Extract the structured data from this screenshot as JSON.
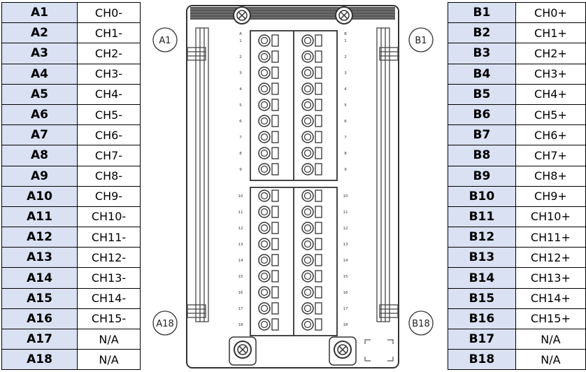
{
  "pins_a": [
    {
      "pin": "A1",
      "signal": "CH0-"
    },
    {
      "pin": "A2",
      "signal": "CH1-"
    },
    {
      "pin": "A3",
      "signal": "CH2-"
    },
    {
      "pin": "A4",
      "signal": "CH3-"
    },
    {
      "pin": "A5",
      "signal": "CH4-"
    },
    {
      "pin": "A6",
      "signal": "CH5-"
    },
    {
      "pin": "A7",
      "signal": "CH6-"
    },
    {
      "pin": "A8",
      "signal": "CH7-"
    },
    {
      "pin": "A9",
      "signal": "CH8-"
    },
    {
      "pin": "A10",
      "signal": "CH9-"
    },
    {
      "pin": "A11",
      "signal": "CH10-"
    },
    {
      "pin": "A12",
      "signal": "CH11-"
    },
    {
      "pin": "A13",
      "signal": "CH12-"
    },
    {
      "pin": "A14",
      "signal": "CH13-"
    },
    {
      "pin": "A15",
      "signal": "CH14-"
    },
    {
      "pin": "A16",
      "signal": "CH15-"
    },
    {
      "pin": "A17",
      "signal": "N/A"
    },
    {
      "pin": "A18",
      "signal": "N/A"
    }
  ],
  "pins_b": [
    {
      "pin": "B1",
      "signal": "CH0+"
    },
    {
      "pin": "B2",
      "signal": "CH1+"
    },
    {
      "pin": "B3",
      "signal": "CH2+"
    },
    {
      "pin": "B4",
      "signal": "CH3+"
    },
    {
      "pin": "B5",
      "signal": "CH4+"
    },
    {
      "pin": "B6",
      "signal": "CH5+"
    },
    {
      "pin": "B7",
      "signal": "CH6+"
    },
    {
      "pin": "B8",
      "signal": "CH7+"
    },
    {
      "pin": "B9",
      "signal": "CH8+"
    },
    {
      "pin": "B10",
      "signal": "CH9+"
    },
    {
      "pin": "B11",
      "signal": "CH10+"
    },
    {
      "pin": "B12",
      "signal": "CH11+"
    },
    {
      "pin": "B13",
      "signal": "CH12+"
    },
    {
      "pin": "B14",
      "signal": "CH13+"
    },
    {
      "pin": "B15",
      "signal": "CH14+"
    },
    {
      "pin": "B16",
      "signal": "CH15+"
    },
    {
      "pin": "B17",
      "signal": "N/A"
    },
    {
      "pin": "B18",
      "signal": "N/A"
    }
  ],
  "device": {
    "callout_a1": "A1",
    "callout_b1": "B1",
    "callout_a18": "A18",
    "callout_b18": "B18",
    "column_mark_left": "A",
    "column_mark_right": "B",
    "terminal_numbers": [
      "1",
      "2",
      "3",
      "4",
      "5",
      "6",
      "7",
      "8",
      "9",
      "10",
      "11",
      "12",
      "13",
      "14",
      "15",
      "16",
      "17",
      "18"
    ]
  }
}
